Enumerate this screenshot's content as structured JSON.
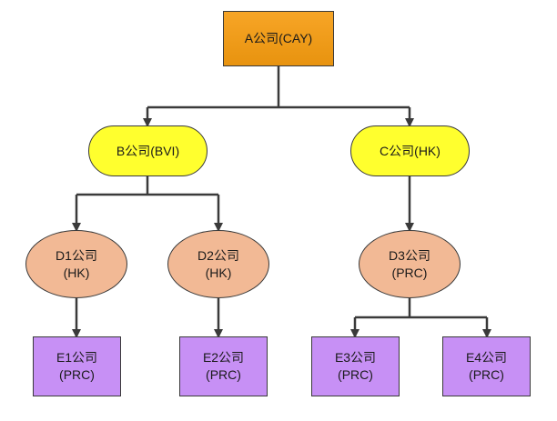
{
  "diagram": {
    "nodes": {
      "a": {
        "lines": [
          "A公司(CAY)"
        ]
      },
      "b": {
        "lines": [
          "B公司(BVI)"
        ]
      },
      "c": {
        "lines": [
          "C公司(HK)"
        ]
      },
      "d1": {
        "lines": [
          "D1公司",
          "(HK)"
        ]
      },
      "d2": {
        "lines": [
          "D2公司",
          "(HK)"
        ]
      },
      "d3": {
        "lines": [
          "D3公司",
          "(PRC)"
        ]
      },
      "e1": {
        "lines": [
          "E1公司",
          "(PRC)"
        ]
      },
      "e2": {
        "lines": [
          "E2公司",
          "(PRC)"
        ]
      },
      "e3": {
        "lines": [
          "E3公司",
          "(PRC)"
        ]
      },
      "e4": {
        "lines": [
          "E4公司",
          "(PRC)"
        ]
      }
    },
    "colors": {
      "root_fill": "#f5a020",
      "level1_fill": "#ffff2e",
      "level2_fill": "#f2b995",
      "level3_fill": "#c790f5",
      "line": "#3a3a3a"
    }
  }
}
